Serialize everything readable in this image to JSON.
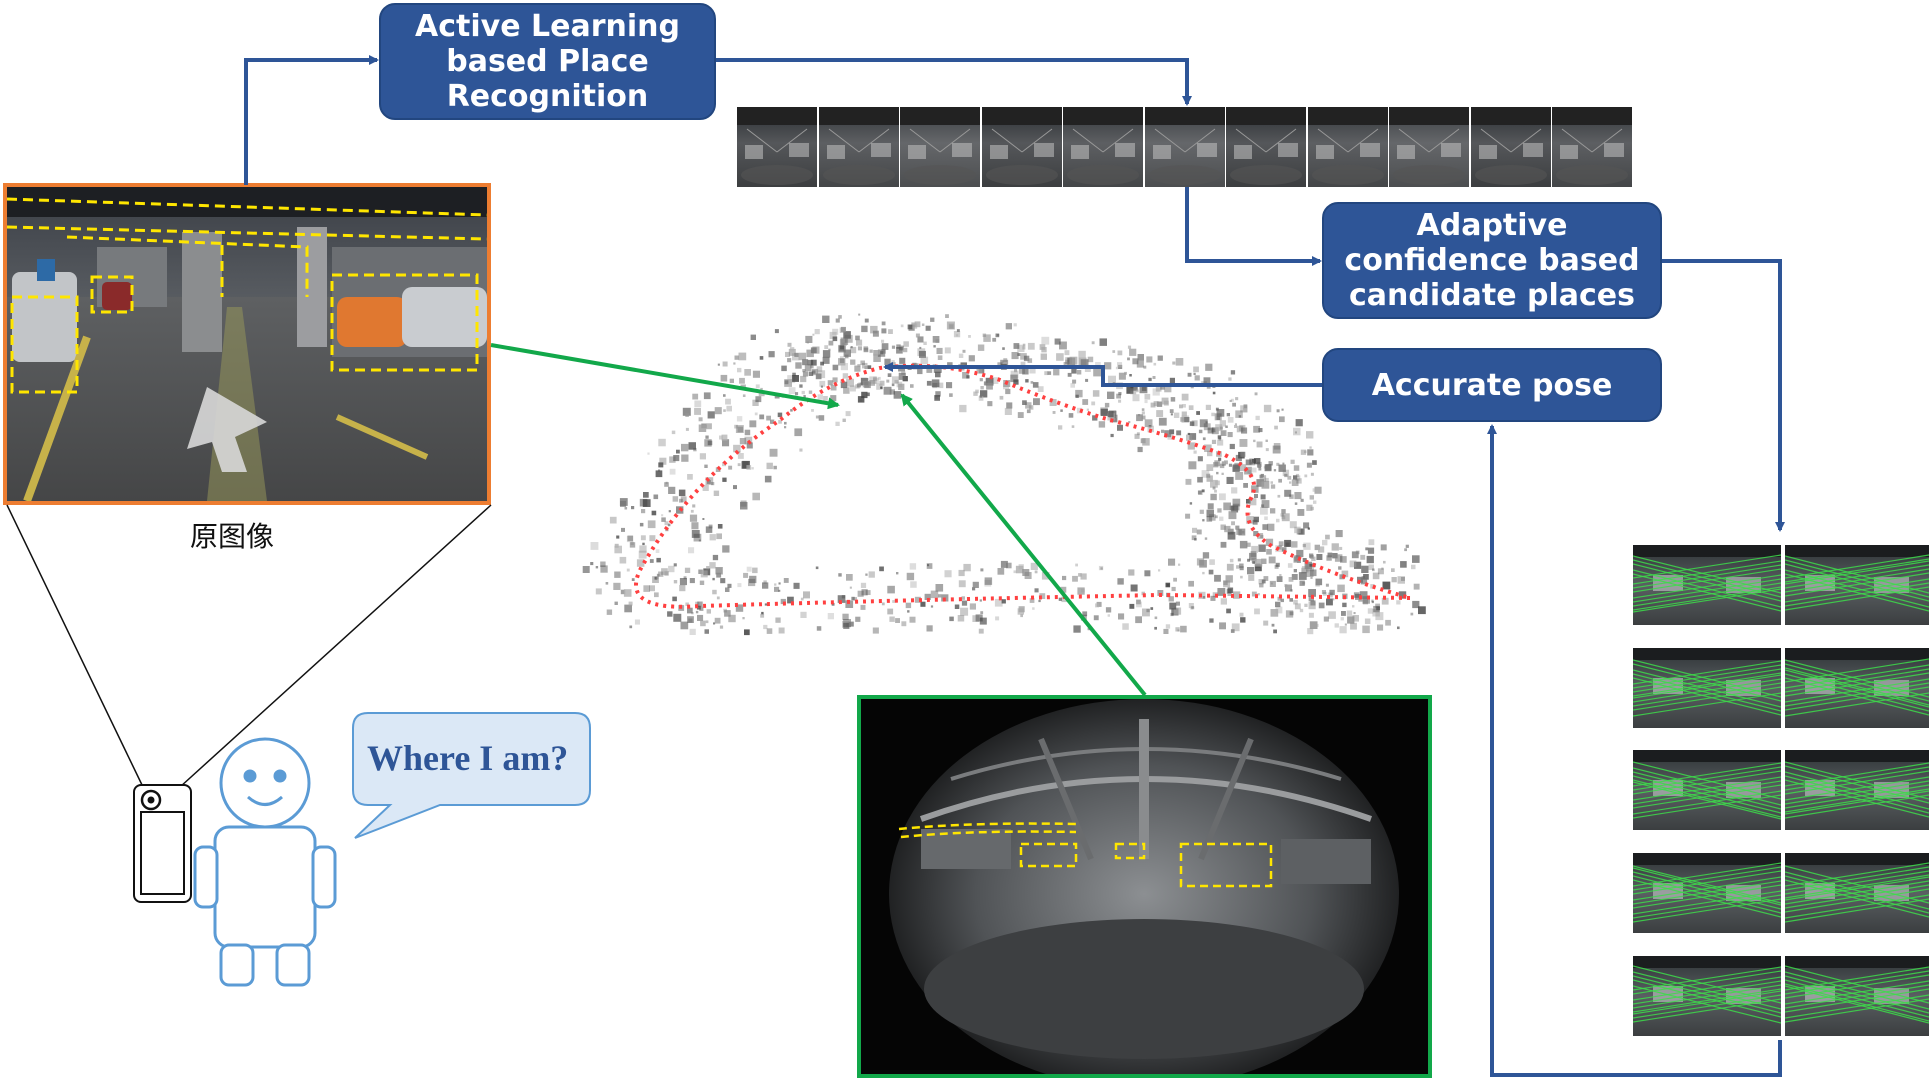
{
  "boxes": {
    "active_learning": "Active Learning\nbased Place\nRecognition",
    "adaptive_confidence": "Adaptive\nconfidence based\ncandidate places",
    "accurate_pose": "Accurate pose"
  },
  "labels": {
    "original_image_caption": "原图像",
    "speech_bubble": "Where I am?"
  },
  "colors": {
    "box_fill": "#2e5597",
    "flow_arrow": "#2e5597",
    "match_arrow": "#12a84a",
    "original_frame": "#ed7d31",
    "query_frame": "#12a84a",
    "detection_box": "#ffe600",
    "trajectory": "#ff4040",
    "robot": "#5b9bd5"
  },
  "icons": {
    "robot": "robot-icon",
    "camera": "camera-icon",
    "point_cloud_map": "point-cloud-map"
  }
}
